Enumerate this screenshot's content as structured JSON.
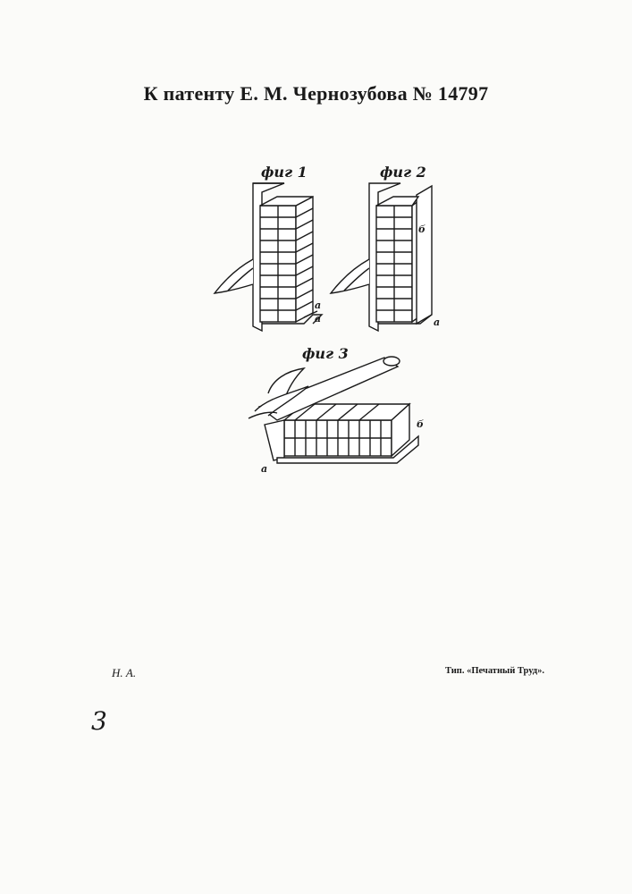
{
  "header": {
    "title": "К патенту Е. М. Чернозубова № 14797"
  },
  "figures": {
    "fig1": {
      "label": "фиг 1",
      "letter_a1": "a",
      "letter_a2": "a"
    },
    "fig2": {
      "label": "фиг 2",
      "letter_b": "б",
      "letter_a": "a"
    },
    "fig3": {
      "label": "фиг 3",
      "letter_b": "б",
      "letter_a": "a"
    }
  },
  "footer": {
    "left": "Н. А.",
    "right": "Тип. «Печатный Труд».",
    "page_mark": "3"
  }
}
